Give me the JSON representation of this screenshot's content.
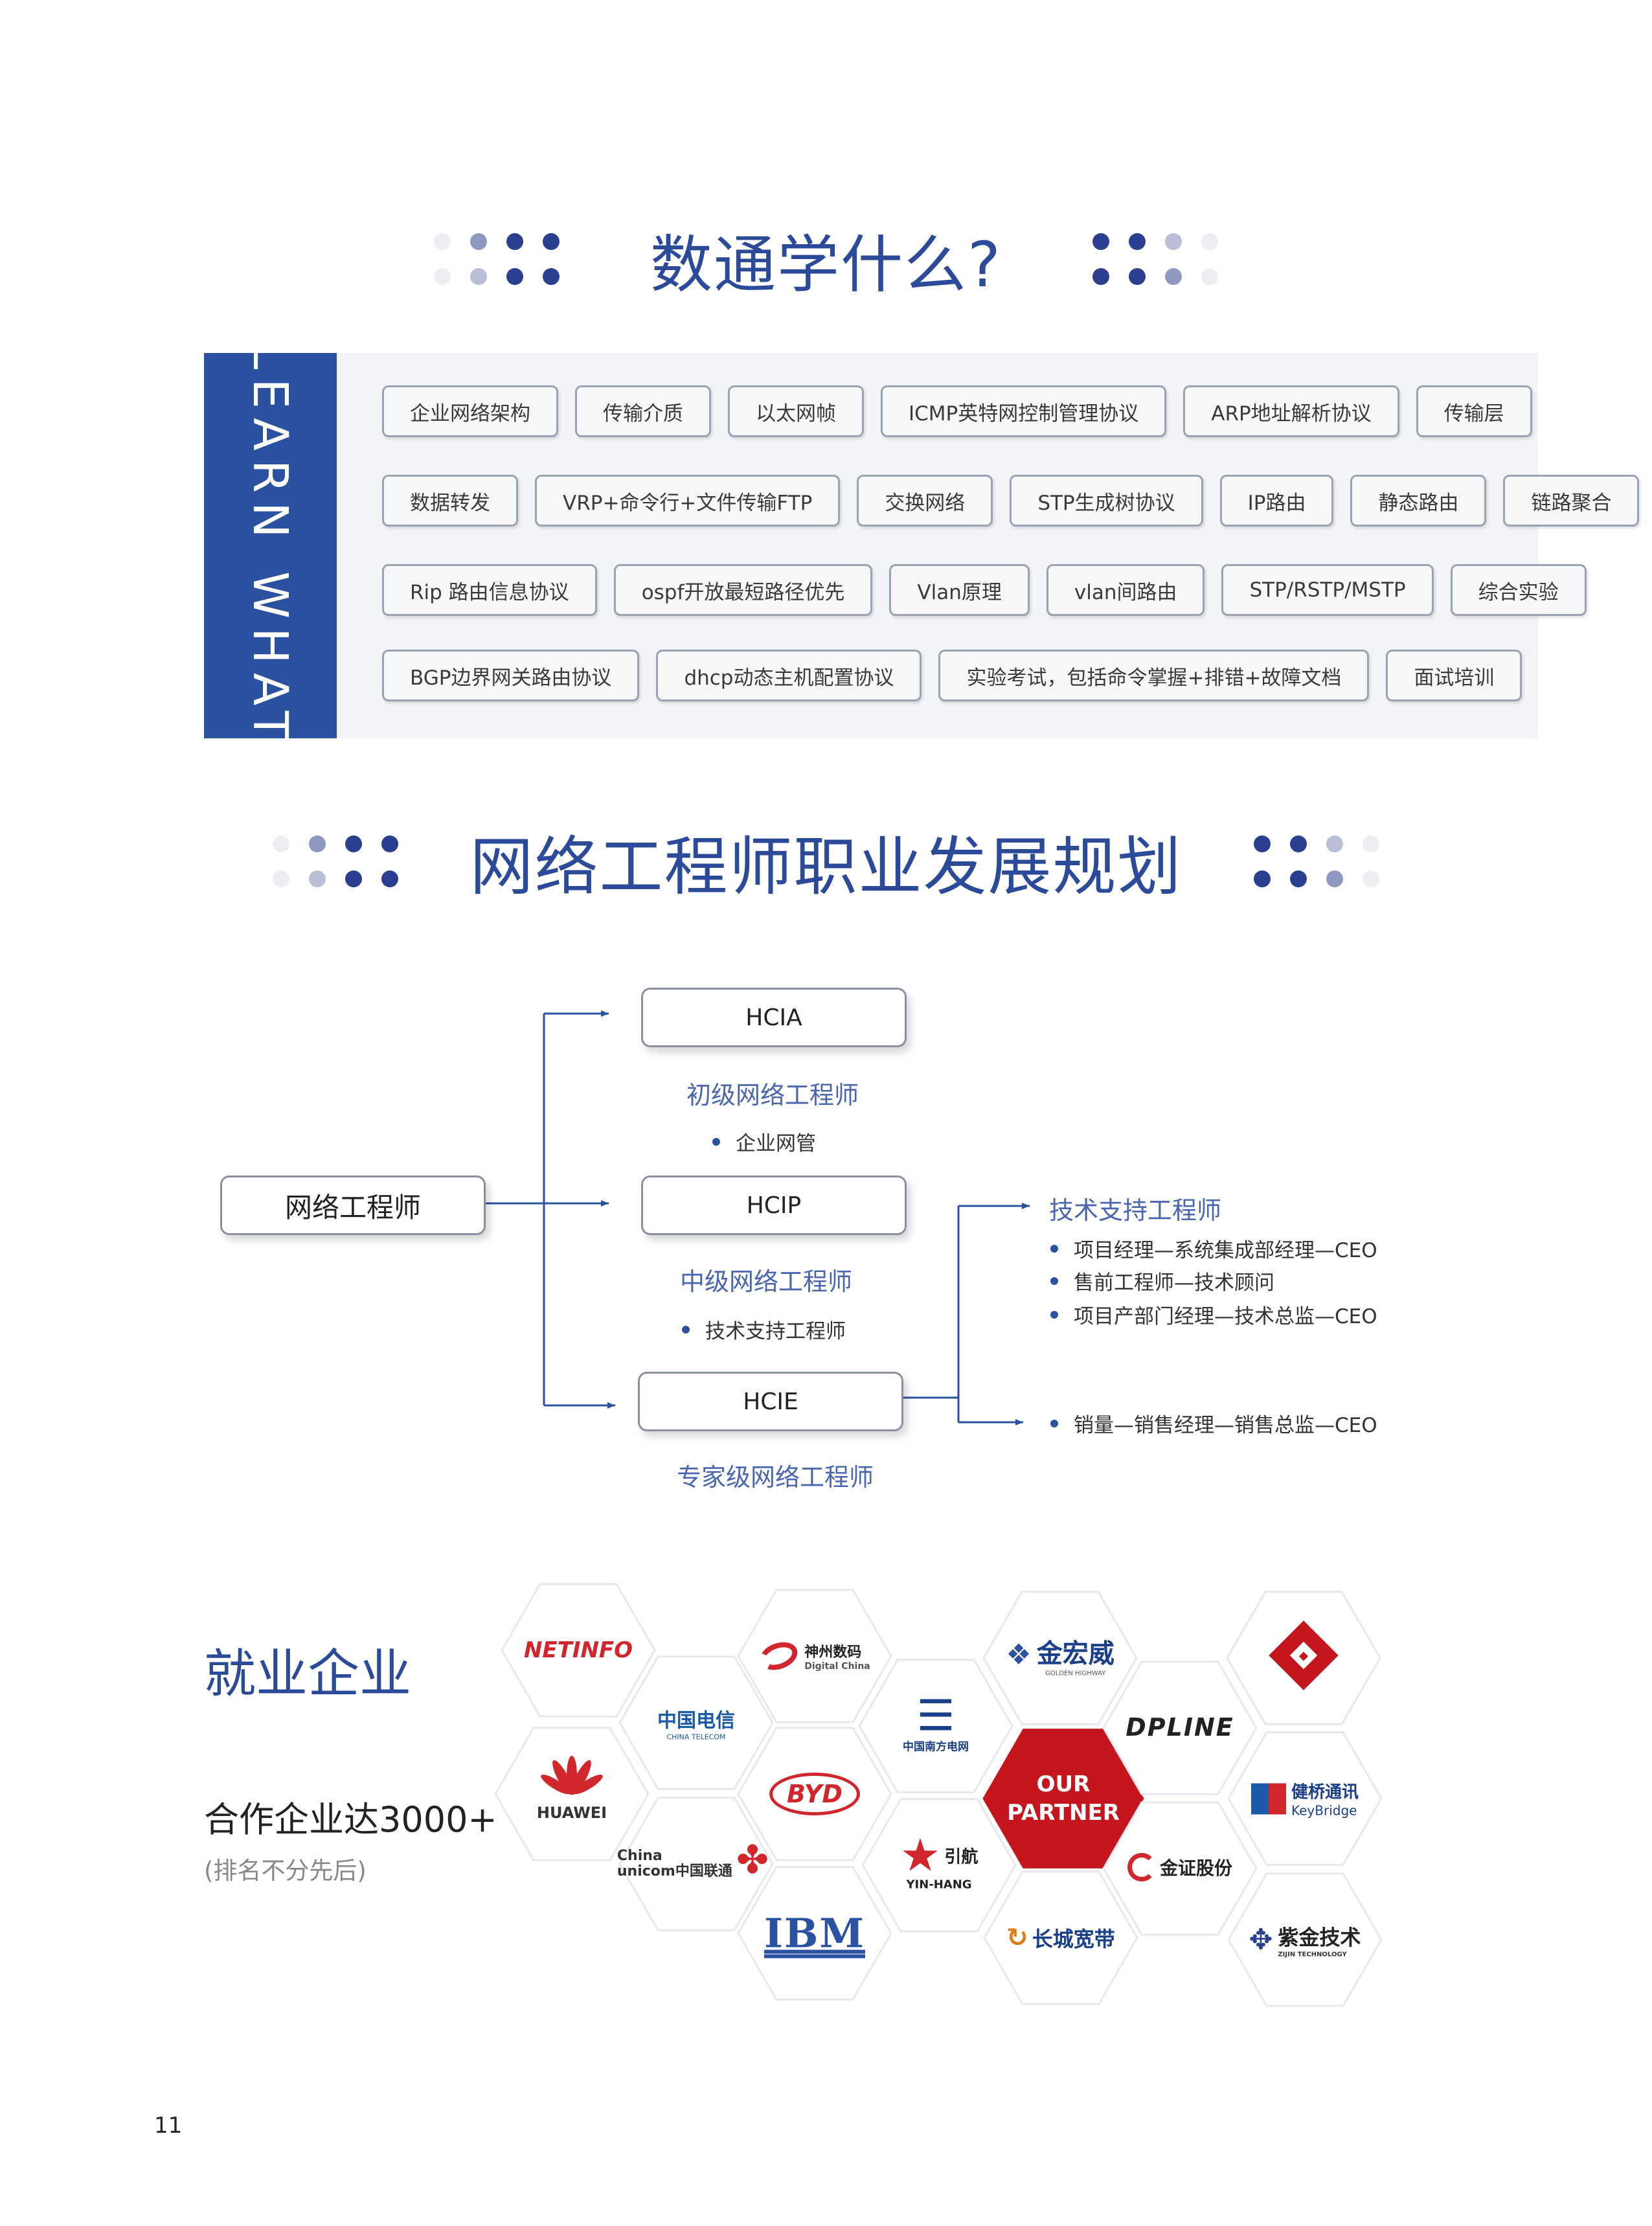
{
  "section1": {
    "title": "数通学什么?",
    "side_label": "LEARN WHAT",
    "rows": [
      [
        "企业网络架构",
        "传输介质",
        "以太网帧",
        "ICMP英特网控制管理协议",
        "ARP地址解析协议",
        "传输层"
      ],
      [
        "数据转发",
        "VRP+命令行+文件传输FTP",
        "交换网络",
        "STP生成树协议",
        "IP路由",
        "静态路由",
        "链路聚合"
      ],
      [
        "Rip 路由信息协议",
        "ospf开放最短路径优先",
        "Vlan原理",
        "vlan间路由",
        "STP/RSTP/MSTP",
        "综合实验"
      ],
      [
        "BGP边界网关路由协议",
        "dhcp动态主机配置协议",
        "实验考试，包括命令掌握+排错+故障文档",
        "面试培训"
      ]
    ]
  },
  "section2": {
    "title": "网络工程师职业发展规划",
    "root": "网络工程师",
    "levels": [
      {
        "node": "HCIA",
        "title": "初级网络工程师",
        "bullets": [
          "企业网管"
        ]
      },
      {
        "node": "HCIP",
        "title": "中级网络工程师",
        "bullets": [
          "技术支持工程师"
        ]
      },
      {
        "node": "HCIE",
        "title": "专家级网络工程师",
        "bullets": []
      }
    ],
    "branch_a": {
      "title": "技术支持工程师",
      "bullets": [
        "项目经理—系统集成部经理—CEO",
        "售前工程师—技术顾问",
        "项目产部门经理—技术总监—CEO"
      ]
    },
    "branch_b": {
      "bullets": [
        "销量—销售经理—销售总监—CEO"
      ]
    }
  },
  "section3": {
    "title": "就业企业",
    "count": "合作企业达3000+",
    "note": "(排名不分先后)",
    "center": [
      "OUR",
      "PARTNER"
    ],
    "logos": {
      "netinfo": "NETINFO",
      "telecom": "中国电信",
      "telecom_en": "CHINA TELECOM",
      "huawei": "HUAWEI",
      "digital_china": "神州数码",
      "digital_china_en": "Digital China",
      "byd": "BYD",
      "unicom_a": "China",
      "unicom_b": "unicom中国联通",
      "ibm": "IBM",
      "southern_grid": "中国南方电网",
      "yinhang_cn": "引航",
      "yinhang_en": "YIN-HANG",
      "golden": "金宏威",
      "golden_en": "GOLDEN HIGHWAY",
      "dpline": "DPLINE",
      "greatwall": "长城宽带",
      "jinzheng": "金证股份",
      "keybridge_cn": "健桥通讯",
      "keybridge_en": "KeyBridge",
      "zijin": "紫金技术",
      "zijin_en": "ZIJIN TECHNOLOGY"
    }
  },
  "page_number": "11",
  "colors": {
    "primary": "#2a52a0",
    "title": "#2c4a9a",
    "accent_red": "#c4161c"
  }
}
